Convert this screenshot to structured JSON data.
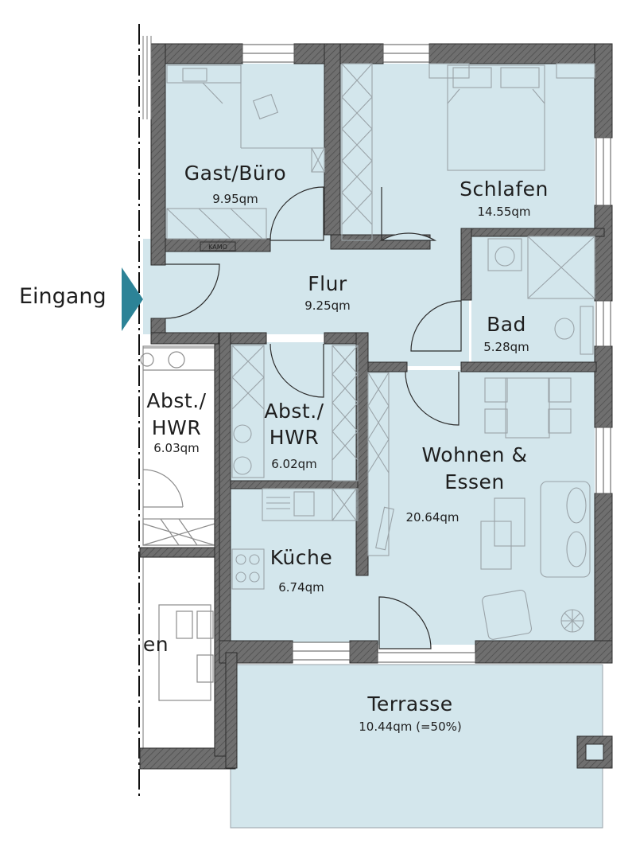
{
  "entrance": {
    "label": "Eingang"
  },
  "rooms": {
    "gast": {
      "name": "Gast/Büro",
      "area": "9.95qm"
    },
    "schlaf": {
      "name": "Schlafen",
      "area": "14.55qm"
    },
    "flur": {
      "name": "Flur",
      "area": "9.25qm"
    },
    "bad": {
      "name": "Bad",
      "area": "5.28qm"
    },
    "abst": {
      "name_line1": "Abst./",
      "name_line2": "HWR",
      "area": "6.02qm"
    },
    "nabst": {
      "name_line1": "Abst./",
      "name_line2": "HWR",
      "area": "6.03qm"
    },
    "wohnen": {
      "name_line1": "Wohnen  &",
      "name_line2": "Essen",
      "area": "20.64qm"
    },
    "kueche": {
      "name": "Küche",
      "area": "6.74qm"
    },
    "terrasse": {
      "name": "Terrasse",
      "area": "10.44qm  (=50%)"
    },
    "neighbor": {
      "name_fragment": "en"
    }
  },
  "cabinet_tag": "KAMO",
  "colors": {
    "room_fill": "#d3e6ec",
    "wall": "#757575",
    "wall_stroke": "#2c2c2c",
    "entrance_arrow": "#2c8397",
    "furniture": "#9aa3a8"
  }
}
